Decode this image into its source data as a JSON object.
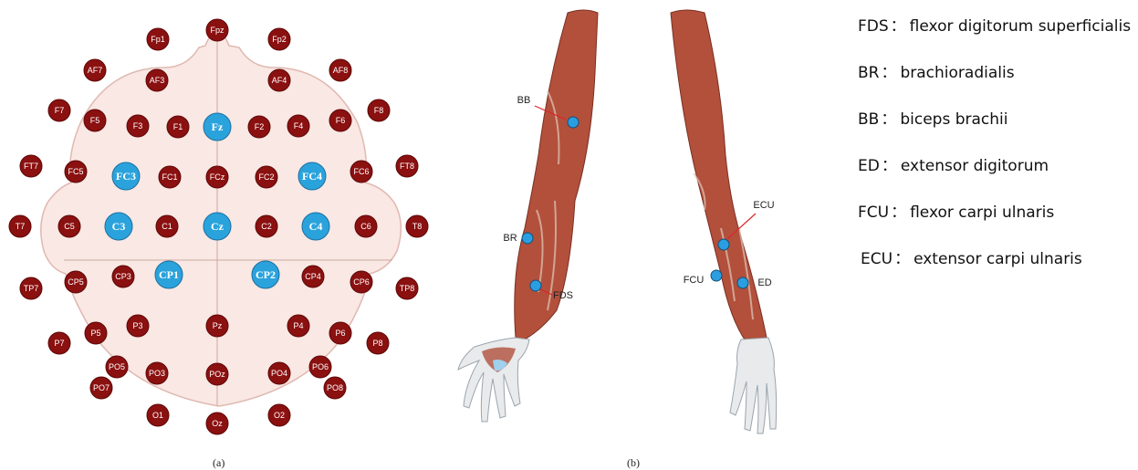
{
  "eeg": {
    "electrodes_highlighted": [
      "FC3",
      "FC4",
      "C3",
      "Cz",
      "C4",
      "CP1",
      "CP2",
      "Fz"
    ],
    "electrodes": [
      "Fpz",
      "Fp1",
      "Fp2",
      "AF7",
      "AF3",
      "AF4",
      "AF8",
      "F7",
      "F5",
      "F3",
      "F1",
      "Fz",
      "F2",
      "F4",
      "F6",
      "F8",
      "FT7",
      "FC5",
      "FC3",
      "FC1",
      "FCz",
      "FC2",
      "FC4",
      "FC6",
      "FT8",
      "T7",
      "C5",
      "C3",
      "C1",
      "Cz",
      "C2",
      "C4",
      "C6",
      "T8",
      "TP7",
      "CP5",
      "CP3",
      "CP1",
      "CP2",
      "CP4",
      "CP6",
      "TP8",
      "P7",
      "P5",
      "P3",
      "Pz",
      "P4",
      "P6",
      "P8",
      "PO5",
      "PO3",
      "POz",
      "PO4",
      "PO6",
      "PO7",
      "PO8",
      "O1",
      "Oz",
      "O2"
    ],
    "panel_label": "(a)",
    "colors": {
      "normal": "#8b1010",
      "highlight": "#2aa3dc",
      "head_fill": "#f9e8e4",
      "head_stroke": "#e0b8b0"
    }
  },
  "arms": {
    "panel_label": "(b)",
    "muscles": [
      "BB",
      "BR",
      "FDS",
      "ECU",
      "FCU",
      "ED"
    ],
    "colors": {
      "marker": "#2a9ee0",
      "muscle": "#b2503c",
      "bone": "#e8eaec"
    }
  },
  "legend": {
    "separator": "：",
    "items": [
      {
        "abbr": "FDS",
        "name": "flexor digitorum superficialis"
      },
      {
        "abbr": "BR",
        "name": "brachioradialis"
      },
      {
        "abbr": "BB",
        "name": "biceps brachii"
      },
      {
        "abbr": "ED",
        "name": "extensor digitorum"
      },
      {
        "abbr": "FCU",
        "name": "flexor carpi ulnaris"
      },
      {
        "abbr": "ECU",
        "name": "extensor carpi ulnaris"
      }
    ]
  }
}
